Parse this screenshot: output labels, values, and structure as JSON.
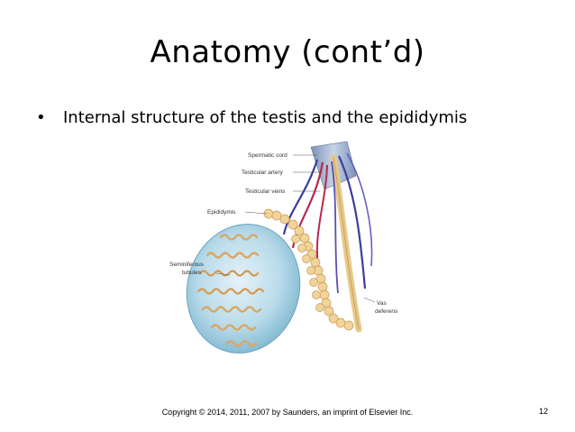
{
  "slide": {
    "title": "Anatomy (cont’d)",
    "bullet": "Internal structure of the testis and the epididymis",
    "copyright": "Copyright © 2014, 2011, 2007 by Saunders, an imprint of Elsevier Inc.",
    "page_number": "12"
  },
  "figure": {
    "labels": {
      "spermatic_cord": "Spermatic cord",
      "testicular_artery": "Testicular artery",
      "testicular_veins": "Testicular veins",
      "epididymis": "Epididymis",
      "seminiferous_1": "Seminiferous",
      "seminiferous_2": "tubules",
      "vas_1": "Vas",
      "vas_2": "deferens"
    }
  }
}
